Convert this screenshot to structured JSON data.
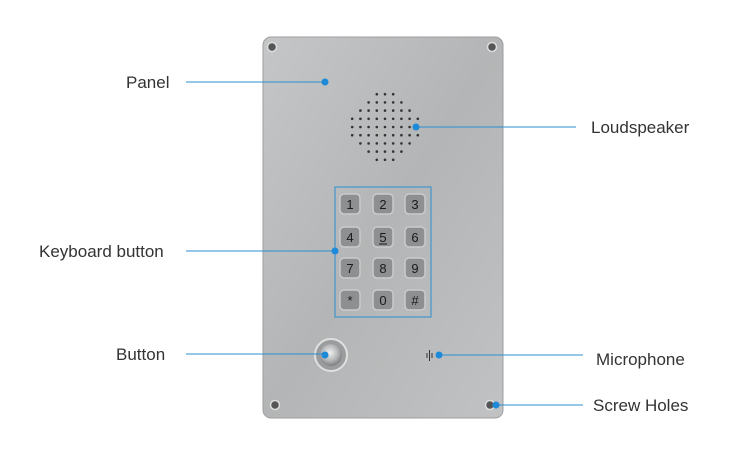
{
  "labels": {
    "panel": "Panel",
    "loudspeaker": "Loudspeaker",
    "keyboard_button": "Keyboard button",
    "button": "Button",
    "microphone": "Microphone",
    "screw_holes": "Screw Holes"
  },
  "keypad": {
    "keys": [
      "1",
      "2",
      "3",
      "4",
      "5",
      "6",
      "7",
      "8",
      "9",
      "*",
      "0",
      "#"
    ]
  },
  "colors": {
    "accent": "#1c8ad8",
    "panel": "#b9bbbc"
  }
}
